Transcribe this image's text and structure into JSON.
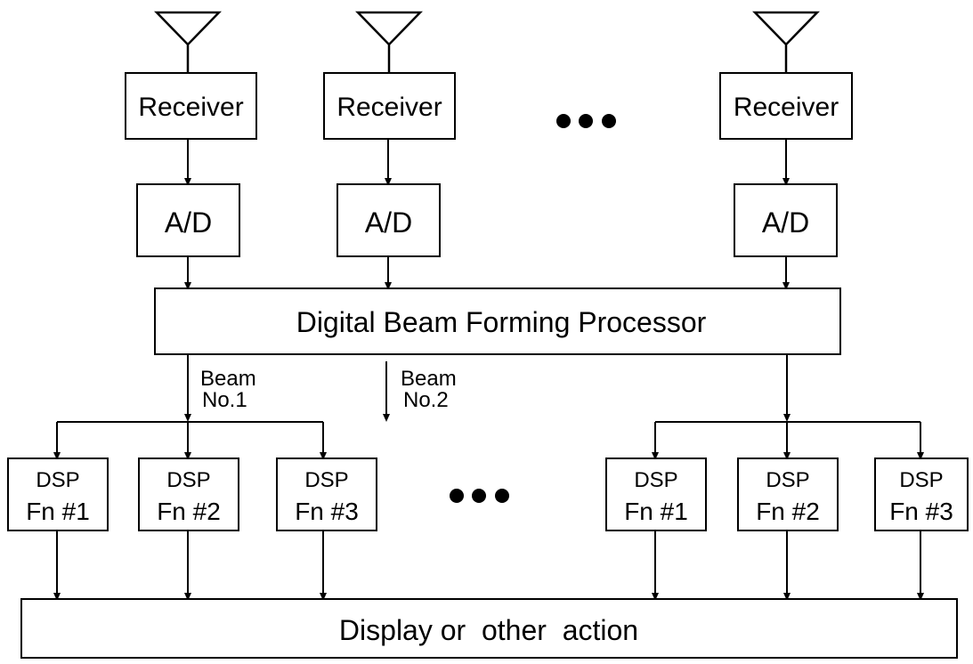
{
  "antennas": [
    "antenna",
    "antenna",
    "antenna"
  ],
  "receivers": [
    {
      "label": "Receiver"
    },
    {
      "label": "Receiver"
    },
    {
      "label": "Receiver"
    }
  ],
  "converters": [
    {
      "label": "A/D"
    },
    {
      "label": "A/D"
    },
    {
      "label": "A/D"
    }
  ],
  "processor": {
    "label": "Digital Beam Forming Processor"
  },
  "beams": [
    {
      "line1": "Beam",
      "line2": "No.1"
    },
    {
      "line1": "Beam",
      "line2": "No.2"
    }
  ],
  "dsp_group_1": [
    {
      "line1": "DSP",
      "line2": "Fn #1"
    },
    {
      "line1": "DSP",
      "line2": "Fn #2"
    },
    {
      "line1": "DSP",
      "line2": "Fn #3"
    }
  ],
  "dsp_group_2": [
    {
      "line1": "DSP",
      "line2": "Fn #1"
    },
    {
      "line1": "DSP",
      "line2": "Fn #2"
    },
    {
      "line1": "DSP",
      "line2": "Fn #3"
    }
  ],
  "output": {
    "label": "Display or  other  action"
  }
}
